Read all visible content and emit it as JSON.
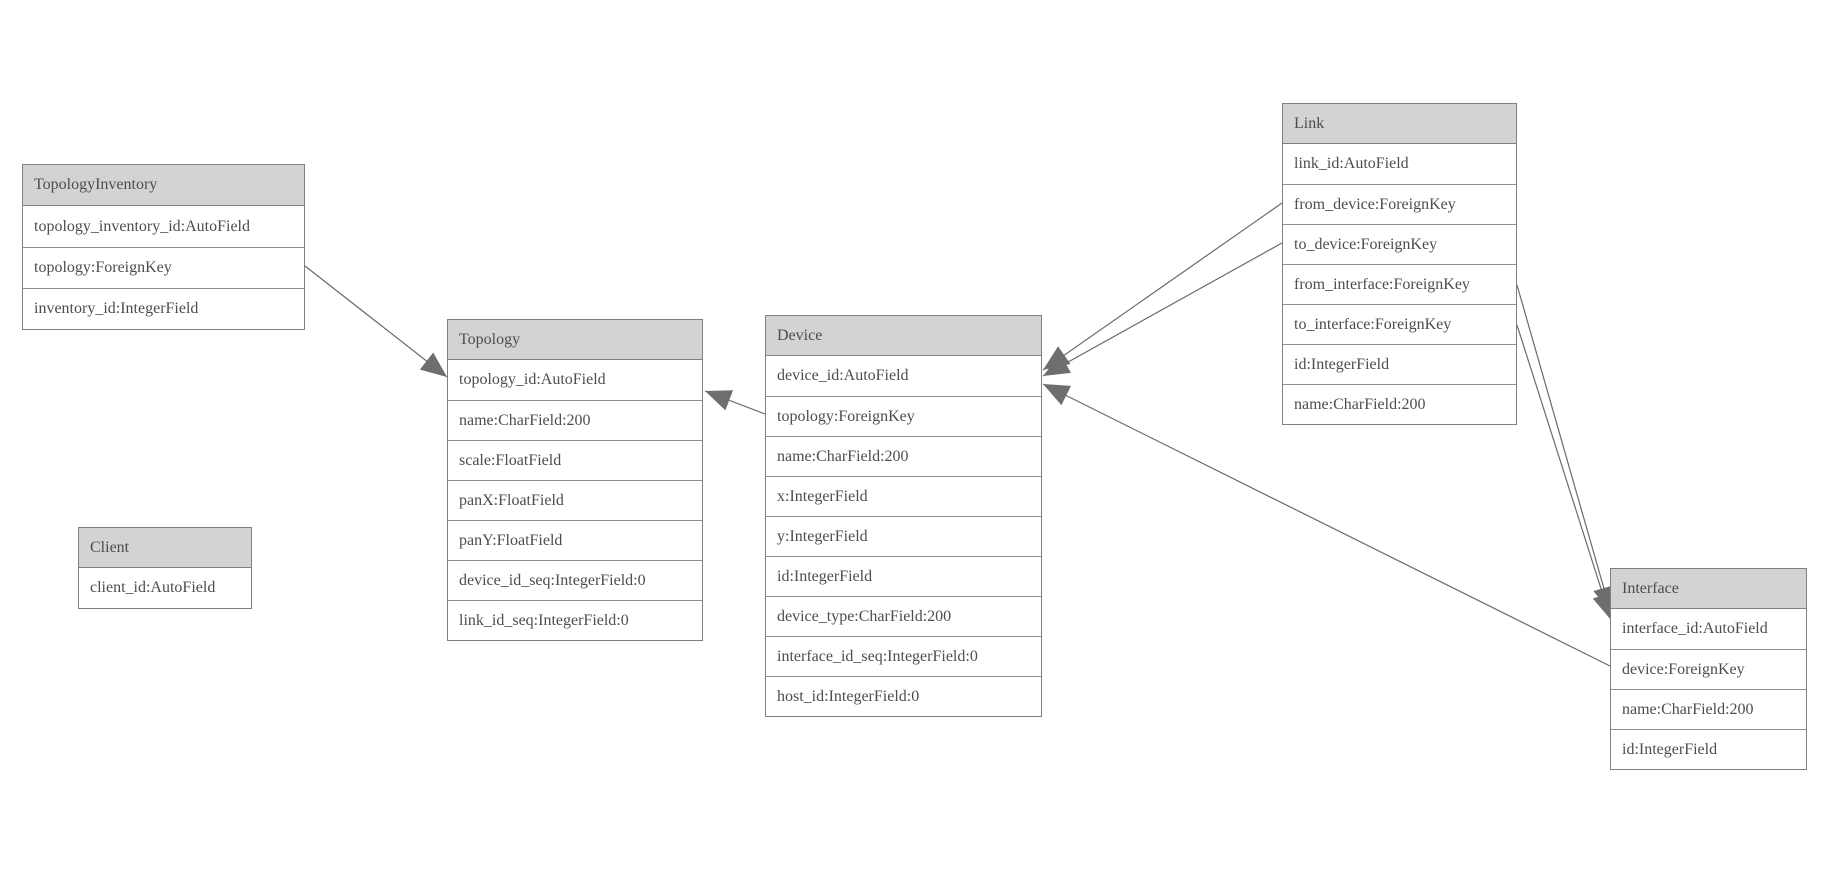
{
  "diagram": {
    "kind": "entity-relationship-model-diagram",
    "colors": {
      "background": "#ffffff",
      "header_fill": "#d3d3d3",
      "border": "#808080",
      "row_separator": "#8f8f8f",
      "text": "#4d4d4d",
      "line": "#6a6a6a",
      "arrowhead": "#6e6e6e"
    }
  },
  "tables": [
    {
      "name": "TopologyInventory",
      "fields": [
        "topology_inventory_id:AutoField",
        "topology:ForeignKey",
        "inventory_id:IntegerField"
      ]
    },
    {
      "name": "Topology",
      "fields": [
        "topology_id:AutoField",
        "name:CharField:200",
        "scale:FloatField",
        "panX:FloatField",
        "panY:FloatField",
        "device_id_seq:IntegerField:0",
        "link_id_seq:IntegerField:0"
      ]
    },
    {
      "name": "Client",
      "fields": [
        "client_id:AutoField"
      ]
    },
    {
      "name": "Device",
      "fields": [
        "device_id:AutoField",
        "topology:ForeignKey",
        "name:CharField:200",
        "x:IntegerField",
        "y:IntegerField",
        "id:IntegerField",
        "device_type:CharField:200",
        "interface_id_seq:IntegerField:0",
        "host_id:IntegerField:0"
      ]
    },
    {
      "name": "Link",
      "fields": [
        "link_id:AutoField",
        "from_device:ForeignKey",
        "to_device:ForeignKey",
        "from_interface:ForeignKey",
        "to_interface:ForeignKey",
        "id:IntegerField",
        "name:CharField:200"
      ]
    },
    {
      "name": "Interface",
      "fields": [
        "interface_id:AutoField",
        "device:ForeignKey",
        "name:CharField:200",
        "id:IntegerField"
      ]
    }
  ],
  "relationships": [
    {
      "from": "TopologyInventory.topology",
      "to": "Topology.topology_id"
    },
    {
      "from": "Device.topology",
      "to": "Topology.topology_id"
    },
    {
      "from": "Link.from_device",
      "to": "Device.device_id"
    },
    {
      "from": "Link.to_device",
      "to": "Device.device_id"
    },
    {
      "from": "Interface.device",
      "to": "Device.device_id"
    },
    {
      "from": "Link.from_interface",
      "to": "Interface.interface_id"
    },
    {
      "from": "Link.to_interface",
      "to": "Interface.interface_id"
    }
  ]
}
